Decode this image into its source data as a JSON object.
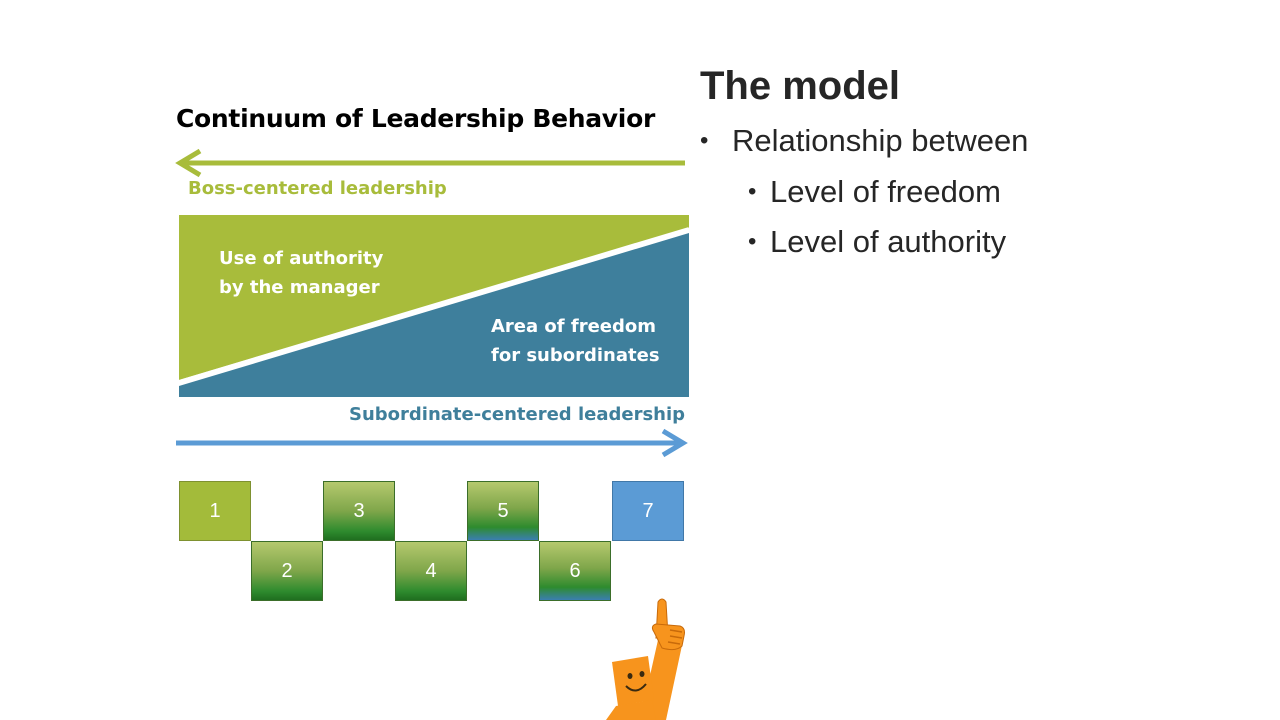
{
  "diagram": {
    "title": "Continuum of Leadership Behavior",
    "boss_label": "Boss-centered leadership",
    "subordinate_label": "Subordinate-centered leadership",
    "authority_area": [
      "Use of authority",
      "by the manager"
    ],
    "freedom_area": [
      "Area of freedom",
      "for subordinates"
    ],
    "steps": [
      "1",
      "2",
      "3",
      "4",
      "5",
      "6",
      "7"
    ],
    "colors": {
      "green": "#a8bc3b",
      "teal": "#3e7f9c",
      "arrow_blue": "#5b9bd5",
      "step7": "#5b9bd5",
      "mascot": "#f7941d"
    }
  },
  "content": {
    "title": "The model",
    "bullet": "Relationship between",
    "sub_bullets": [
      "Level of freedom",
      "Level of authority"
    ]
  },
  "icons": [
    "left-arrow-icon",
    "right-arrow-icon",
    "pointing-mascot-icon"
  ]
}
